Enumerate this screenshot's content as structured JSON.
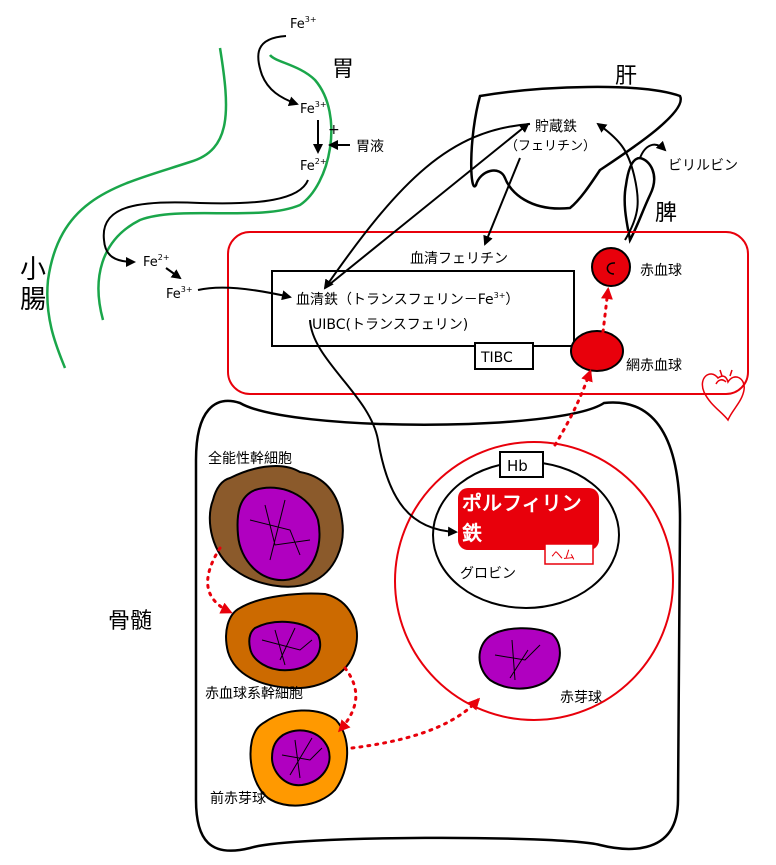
{
  "labels": {
    "stomach": "胃",
    "small_intestine": "小\n腸",
    "liver": "肝",
    "spleen": "脾",
    "bone_marrow": "骨髄",
    "gastric_juice": "胃液",
    "plus": "+",
    "storage_iron_1": "貯蔵鉄",
    "storage_iron_2": "（フェリチン）",
    "bilirubin": "ビリルビン",
    "serum_ferritin": "血清フェリチン",
    "serum_iron_1": "血清鉄（トランスフェリン－Fe",
    "serum_iron_sup": "3+",
    "serum_iron_2": "）",
    "uibc": "UIBC(トランスフェリン)",
    "tibc": "TIBC",
    "rbc": "赤血球",
    "reticulocyte": "網赤血球",
    "hb": "Hb",
    "porphyrin": "ポルフィリン",
    "iron": "鉄",
    "heme": "ヘム",
    "globin": "グロビン",
    "erythroblast": "赤芽球",
    "pluripotent": "全能性幹細胞",
    "rbc_stem": "赤血球系幹細胞",
    "proerythroblast": "前赤芽球"
  },
  "ions": {
    "fe3_top": {
      "base": "Fe",
      "sup": "3+"
    },
    "fe3_mid": {
      "base": "Fe",
      "sup": "3+"
    },
    "fe2_stomach": {
      "base": "Fe",
      "sup": "2+"
    },
    "fe2_intestine": {
      "base": "Fe",
      "sup": "2+"
    },
    "fe3_intestine": {
      "base": "Fe",
      "sup": "3+"
    }
  },
  "colors": {
    "gut_outline": "#1aa64a",
    "red": "#e8000b",
    "pluripotent_cell": "#8b5a2b",
    "rbc_stem_cell": "#cc6a00",
    "proerythroblast_cell": "#ff9900",
    "nucleus": "#b000c0",
    "black": "#000000"
  },
  "icons": [
    "heart-icon"
  ]
}
